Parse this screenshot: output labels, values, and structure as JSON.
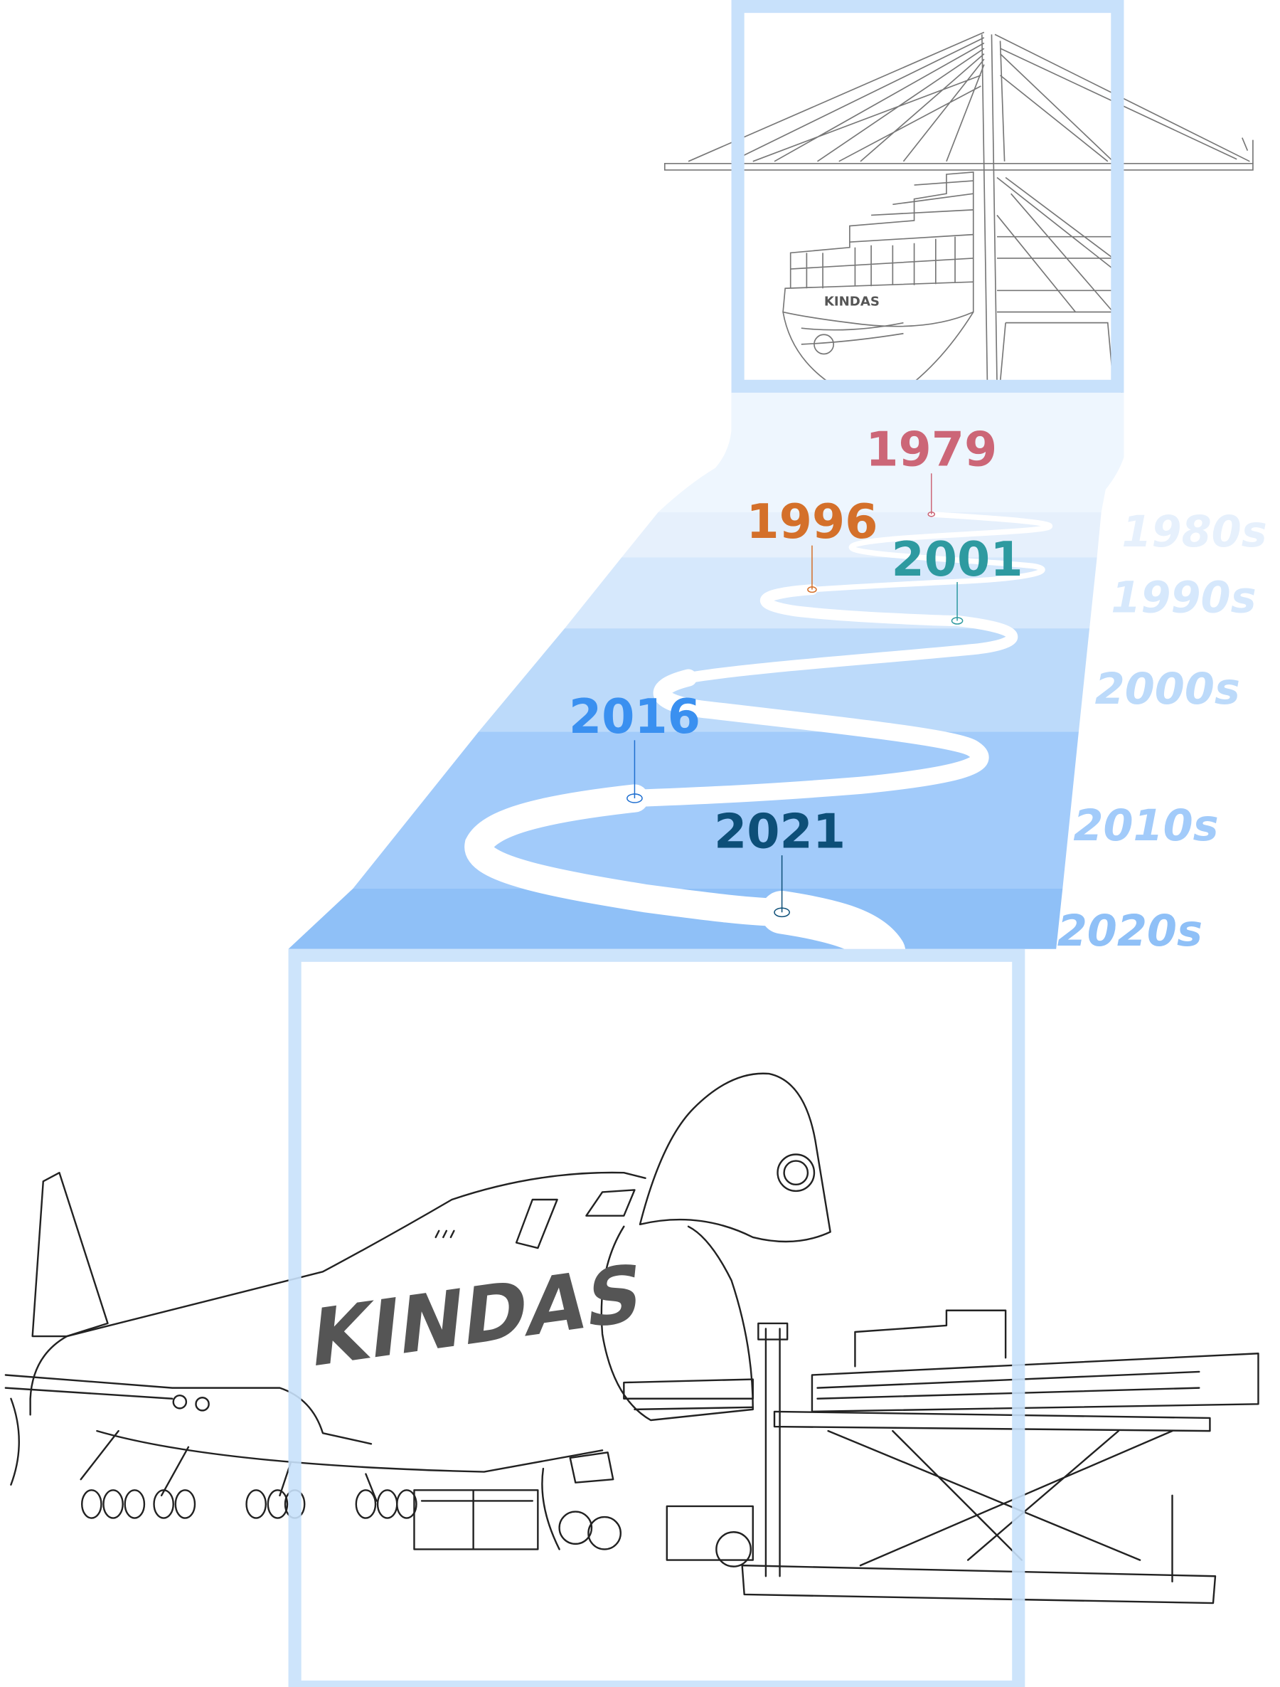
{
  "title": "KINDAS timeline",
  "brand": {
    "ship_label": "KINDAS",
    "plane_label": "KINDAS"
  },
  "milestones": [
    {
      "year": "1979",
      "color": "#cc6677"
    },
    {
      "year": "1996",
      "color": "#d4702a"
    },
    {
      "year": "2001",
      "color": "#2e9aa0"
    },
    {
      "year": "2016",
      "color": "#3a90f0"
    },
    {
      "year": "2021",
      "color": "#0d4f78"
    }
  ],
  "decades": [
    {
      "label": "1980s",
      "color": "#e6f0fc"
    },
    {
      "label": "1990s",
      "color": "#d6e8fc"
    },
    {
      "label": "2000s",
      "color": "#bcdafa"
    },
    {
      "label": "2010s",
      "color": "#a2cbfa"
    },
    {
      "label": "2020s",
      "color": "#8fc0f7"
    }
  ],
  "colors": {
    "frame": "#c8e1fb",
    "road": "#ffffff",
    "line_art": "#222222"
  }
}
